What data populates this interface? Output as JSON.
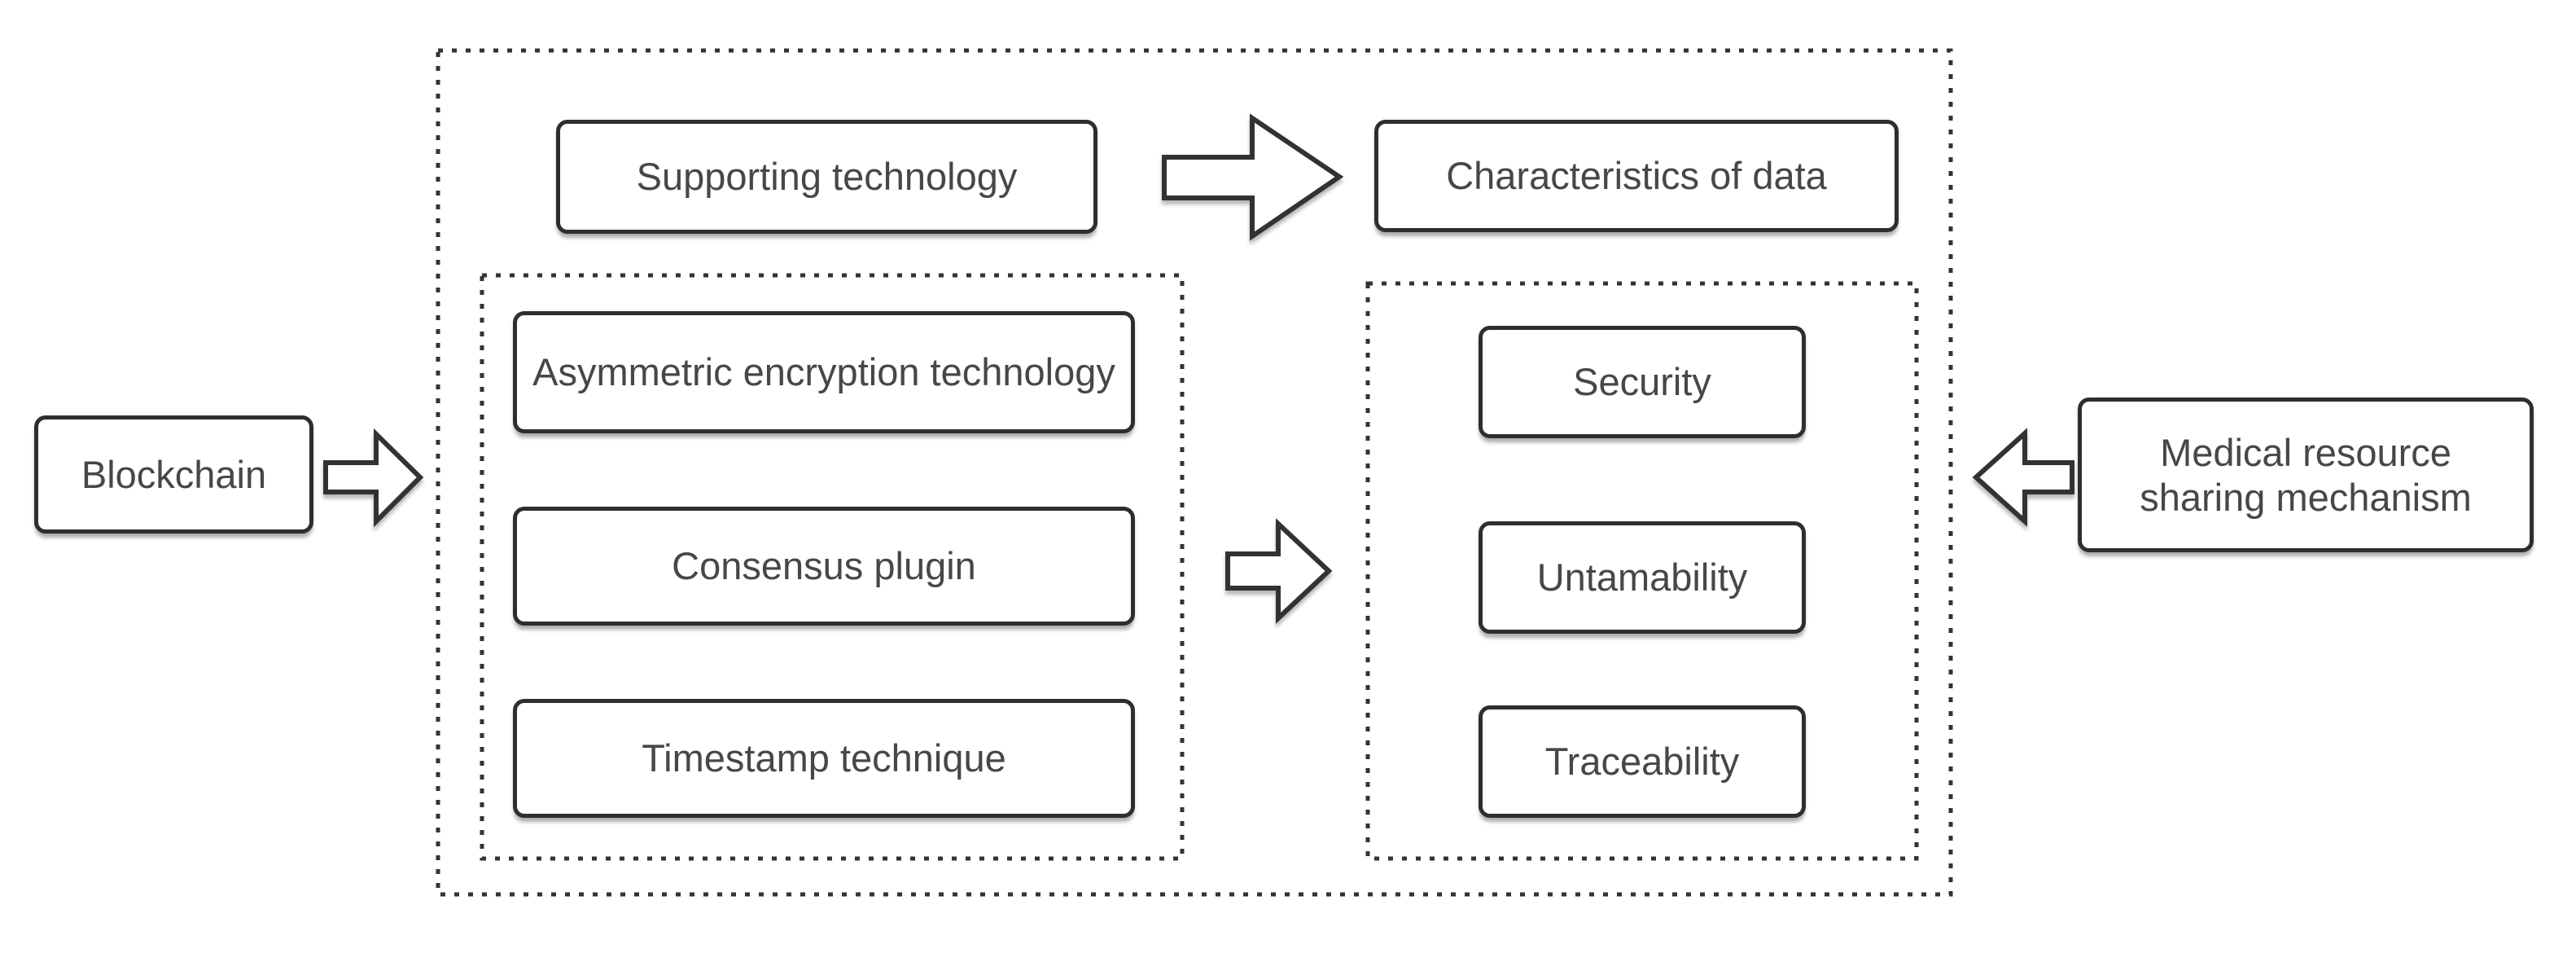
{
  "colors": {
    "box_border": "#2e2e2e",
    "box_fill": "#ffffff",
    "text": "#474747",
    "dotted_frame": "#333333",
    "arrow_stroke": "#333333",
    "arrow_fill": "#ffffff"
  },
  "nodes": {
    "blockchain": "Blockchain",
    "supporting_technology": "Supporting technology",
    "characteristics_of_data": "Characteristics of data",
    "asymmetric_encryption": "Asymmetric encryption technology",
    "consensus_plugin": "Consensus plugin",
    "timestamp_technique": "Timestamp technique",
    "security": "Security",
    "untamability": "Untamability",
    "traceability": "Traceability",
    "medical_resource_sharing": "Medical resource sharing mechanism"
  },
  "arrows": [
    {
      "name": "blockchain-to-frame",
      "direction": "right"
    },
    {
      "name": "supporting-to-characteristics",
      "direction": "right"
    },
    {
      "name": "technology-group-to-characteristics-group",
      "direction": "right"
    },
    {
      "name": "medical-resource-to-frame",
      "direction": "left"
    }
  ]
}
